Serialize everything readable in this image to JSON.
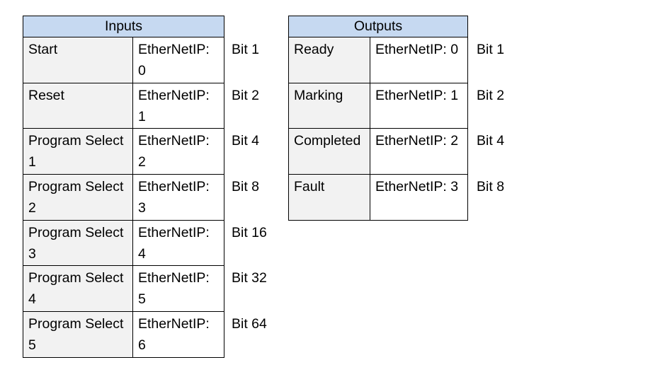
{
  "colors": {
    "header_bg": "#c6d9f1",
    "signal_col_bg": "#f2f2f2",
    "address_col_bg": "#ffffff",
    "border": "#000000",
    "text": "#000000"
  },
  "inputs_table": {
    "title": "Inputs",
    "rows": [
      {
        "signal": "Start",
        "address": "EtherNetIP: 0",
        "bit": "Bit 1"
      },
      {
        "signal": "Reset",
        "address": "EtherNetIP: 1",
        "bit": "Bit 2"
      },
      {
        "signal": "Program Select 1",
        "address": "EtherNetIP: 2",
        "bit": "Bit 4"
      },
      {
        "signal": "Program Select 2",
        "address": "EtherNetIP: 3",
        "bit": "Bit 8"
      },
      {
        "signal": "Program Select 3",
        "address": "EtherNetIP: 4",
        "bit": "Bit 16"
      },
      {
        "signal": "Program Select 4",
        "address": "EtherNetIP: 5",
        "bit": "Bit 32"
      },
      {
        "signal": "Program Select 5",
        "address": "EtherNetIP: 6",
        "bit": "Bit 64"
      }
    ]
  },
  "outputs_table": {
    "title": "Outputs",
    "rows": [
      {
        "signal": "Ready",
        "address": "EtherNetIP: 0",
        "bit": "Bit 1"
      },
      {
        "signal": "Marking",
        "address": "EtherNetIP: 1",
        "bit": "Bit 2"
      },
      {
        "signal": "Completed",
        "address": "EtherNetIP: 2",
        "bit": "Bit 4"
      },
      {
        "signal": "Fault",
        "address": "EtherNetIP: 3",
        "bit": "Bit 8"
      }
    ]
  }
}
